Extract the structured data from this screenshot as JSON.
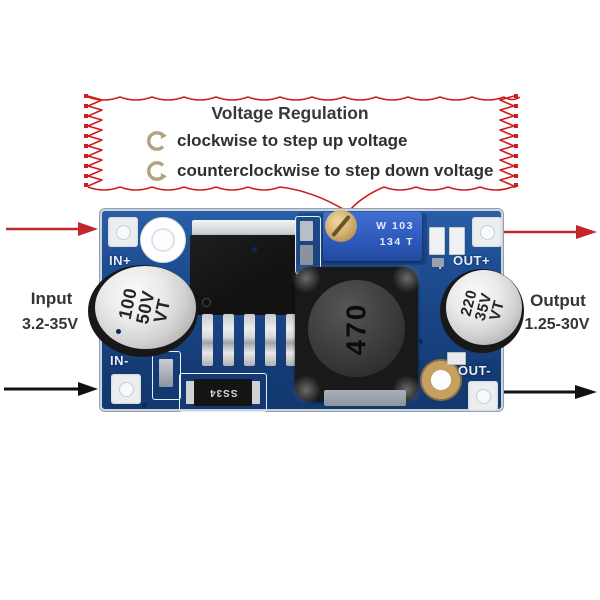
{
  "annotation": {
    "title": "Voltage Regulation",
    "instructions": [
      {
        "icon": "clockwise",
        "text": "clockwise to step up voltage"
      },
      {
        "icon": "counterclockwise",
        "text": "counterclockwise to step down voltage"
      }
    ]
  },
  "input_label": {
    "title": "Input",
    "range": "3.2-35V"
  },
  "output_label": {
    "title": "Output",
    "range": "1.25-30V"
  },
  "board": {
    "silkscreen": {
      "in_plus": "IN+",
      "in_minus": "IN-",
      "out_plus_sign": "+",
      "out_plus": "OUT+",
      "out_minus": "OUT-"
    },
    "input_capacitor": {
      "line1": "100",
      "line2": "50V",
      "line3": "VT"
    },
    "output_capacitor": {
      "line1": "220",
      "line2": "35V",
      "line3": "VT"
    },
    "inductor": {
      "marking": "470"
    },
    "diode": {
      "marking": "SS34"
    },
    "trimpot": {
      "row1": "W 103",
      "row2": "134 T"
    }
  },
  "colors": {
    "annotation_red": "#cf1d1d",
    "arrow_red": "#c1272d",
    "arrow_black": "#111111",
    "icon_tan": "#b2a380",
    "pcb_blue": "#1d4c90",
    "trimpot_blue": "#2f5fc4",
    "gold": "#c5a060"
  }
}
